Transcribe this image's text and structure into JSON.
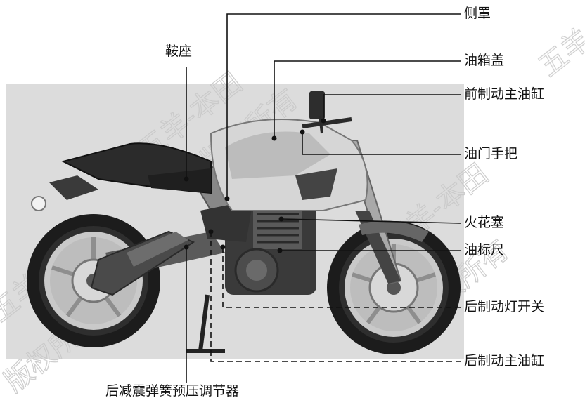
{
  "labels": {
    "cover": "侧罩",
    "seat": "鞍座",
    "tank_cap": "油箱盖",
    "front_master": "前制动主油缸",
    "throttle": "油门手把",
    "spark_plug": "火花塞",
    "dipstick": "油标尺",
    "rear_brake_switch": "后制动灯开关",
    "rear_master": "后制动主油缸",
    "shock_adjuster": "后减震弹簧预压调节器"
  },
  "watermark": {
    "line1": "五羊-本田",
    "line2": "版权所有"
  },
  "colors": {
    "photo_background": "#dcdcdc",
    "leader_line": "#111111",
    "watermark": "#bfbfbf"
  }
}
